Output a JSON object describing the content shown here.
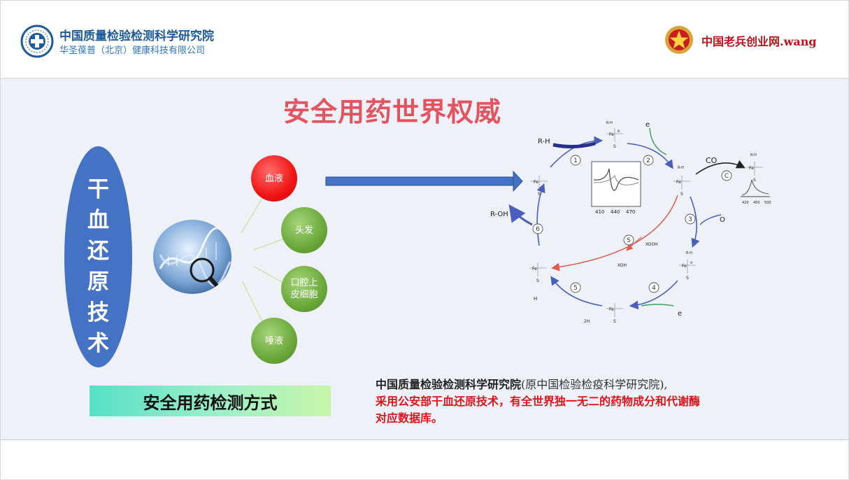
{
  "header": {
    "org_name": "中国质量检验检测科学研究院",
    "org_sub": "华圣葆普（北京）健康科技有限公司",
    "site_name": "中国老兵创业网.wang",
    "logo_left_icon": "institute-emblem-icon",
    "logo_right_icon": "red-star-emblem-icon"
  },
  "main": {
    "title": "安全用药世界权威",
    "technique": [
      "干",
      "血",
      "还",
      "原",
      "技",
      "术"
    ],
    "samples": [
      "血液",
      "头发",
      "口腔上",
      "皮细胞",
      "唾液"
    ],
    "detection_label": "安全用药检测方式",
    "description": {
      "org": "中国质量检验检测科学研究院",
      "aside": "(原中国检验检疫科学研究院),",
      "claim_line1": "采用公安部干血还原技术，有全世界独一无二的药物成分和代谢酶",
      "claim_line2": "对应数据库。"
    }
  },
  "diagram": {
    "reactants": {
      "rh": "R-H",
      "roh": "R-OH",
      "electron_1": "e",
      "electron_2": "e",
      "co": "CO",
      "o2": "O",
      "water": "H",
      "xooh": "XOOH",
      "xoh": "XOH",
      "two_h": "2H"
    },
    "steps": [
      "1",
      "2",
      "3",
      "4",
      "5",
      "6",
      "S",
      "C"
    ],
    "spectrum_ticks": [
      "410",
      "440",
      "470"
    ],
    "mini_spectrum_ticks": [
      "420",
      "450",
      "500"
    ],
    "fe": "Fe",
    "fe_ox": "III",
    "s": "S",
    "rh_small": "R-H",
    "colors": {
      "arrow_blue": "#4a5fbd",
      "arrow_red": "#e05b4e",
      "arrow_green": "#3fa060"
    }
  },
  "colors": {
    "title_red": "#e35460",
    "oval_blue": "#4472c4",
    "blood_red": "#ff1a1a",
    "sample_green": "#6aa83a",
    "org_blue": "#1f5c9c"
  }
}
